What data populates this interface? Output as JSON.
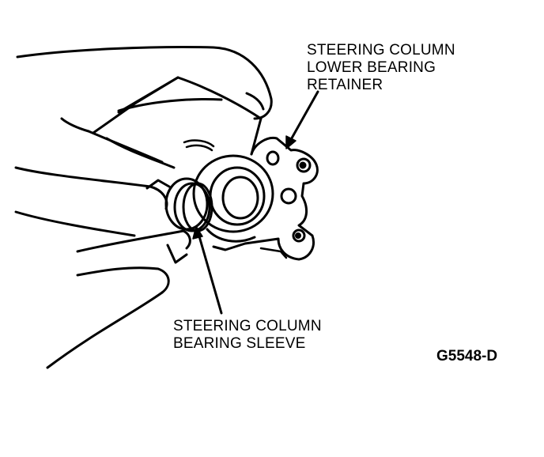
{
  "callouts": {
    "retainer": {
      "lines": [
        "STEERING COLUMN",
        "LOWER BEARING",
        "RETAINER"
      ]
    },
    "sleeve": {
      "lines": [
        "STEERING COLUMN",
        "BEARING SLEEVE"
      ]
    }
  },
  "figure_code": "G5548-D",
  "colors": {
    "ink": "#000000",
    "paper": "#ffffff"
  }
}
